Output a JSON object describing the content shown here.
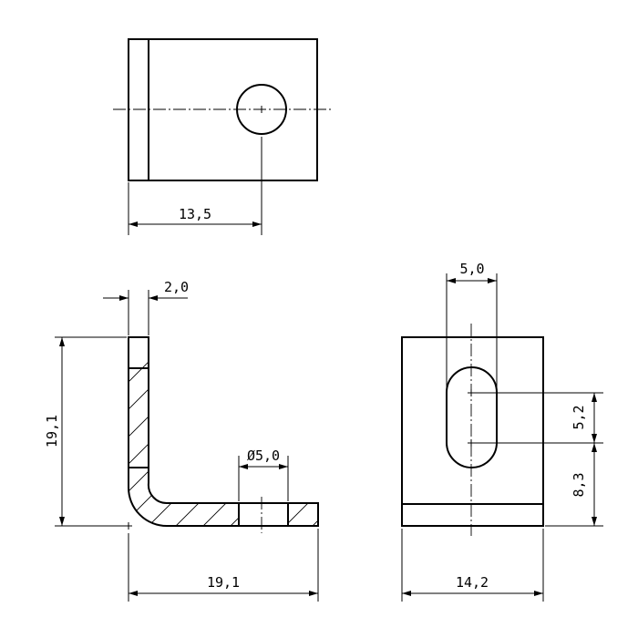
{
  "drawing": {
    "colors": {
      "line": "#000000",
      "background": "#ffffff"
    },
    "views": {
      "top_view": {
        "dimensions": {
          "hole_position": "13,5"
        }
      },
      "side_view": {
        "dimensions": {
          "thickness": "2,0",
          "height": "19,1",
          "hole_diameter": "Ø5,0",
          "length": "19,1"
        }
      },
      "front_view": {
        "dimensions": {
          "slot_width": "5,0",
          "slot_spacing": "5,2",
          "slot_height": "8,3",
          "width": "14,2"
        }
      }
    }
  }
}
